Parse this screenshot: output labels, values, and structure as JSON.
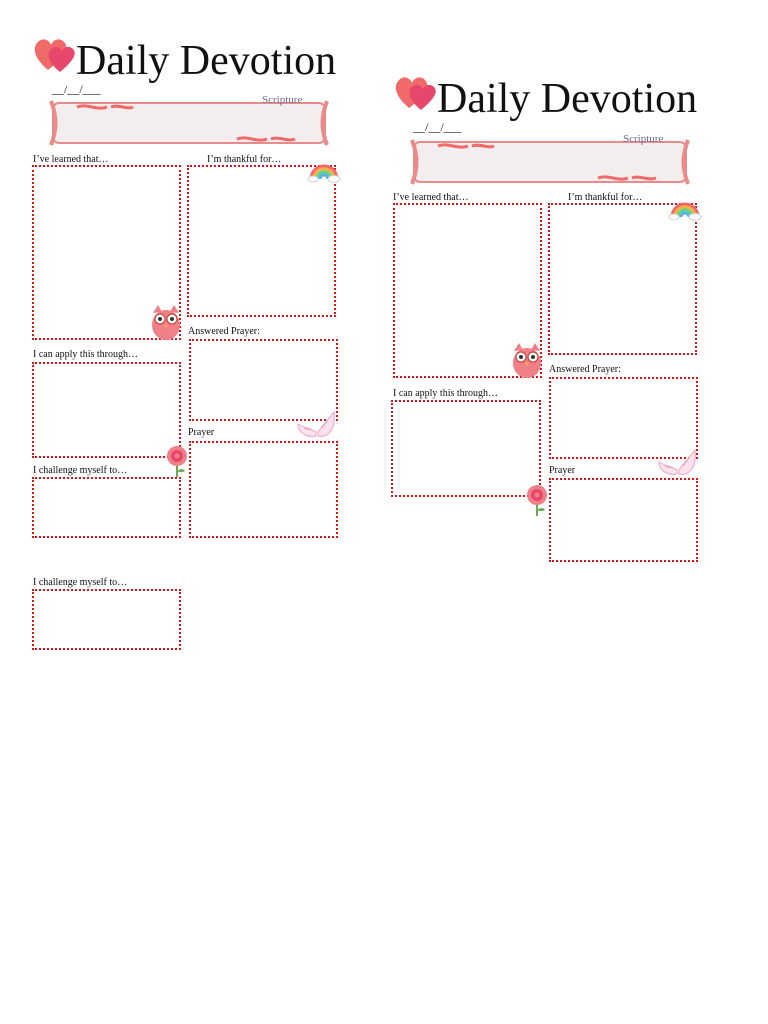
{
  "left_page": {
    "title": "Daily Devotion",
    "date_line": "__/__/___",
    "scripture_label": "Scripture",
    "learned_label": "I’ve learned that…",
    "thankful_label": "I’m thankful for…",
    "apply_label": "I can apply this through…",
    "answered_prayer_label": "Answered Prayer:",
    "prayer_label": "Prayer",
    "challenge_label": "I challenge myself to…",
    "extra_challenge_label": "I challenge myself to…"
  },
  "right_page": {
    "title": "Daily Devotion",
    "date_line": "__/__/___",
    "scripture_label": "Scripture",
    "learned_label": "I’ve learned that…",
    "thankful_label": "I’m thankful for…",
    "apply_label": "I can apply this through…",
    "answered_prayer_label": "Answered Prayer:",
    "prayer_label": "Prayer"
  },
  "colors": {
    "dotted_border": "#d8141b",
    "heart_pink": "#e8476c",
    "heart_coral": "#f06a6a",
    "scroll_fill": "#f4eded",
    "scroll_edge": "#e98b8b",
    "owl": "#f07f88"
  },
  "icons": [
    "hearts-icon",
    "scroll-banner",
    "rainbow-icon",
    "owl-icon",
    "rose-icon",
    "angel-wings-icon"
  ]
}
